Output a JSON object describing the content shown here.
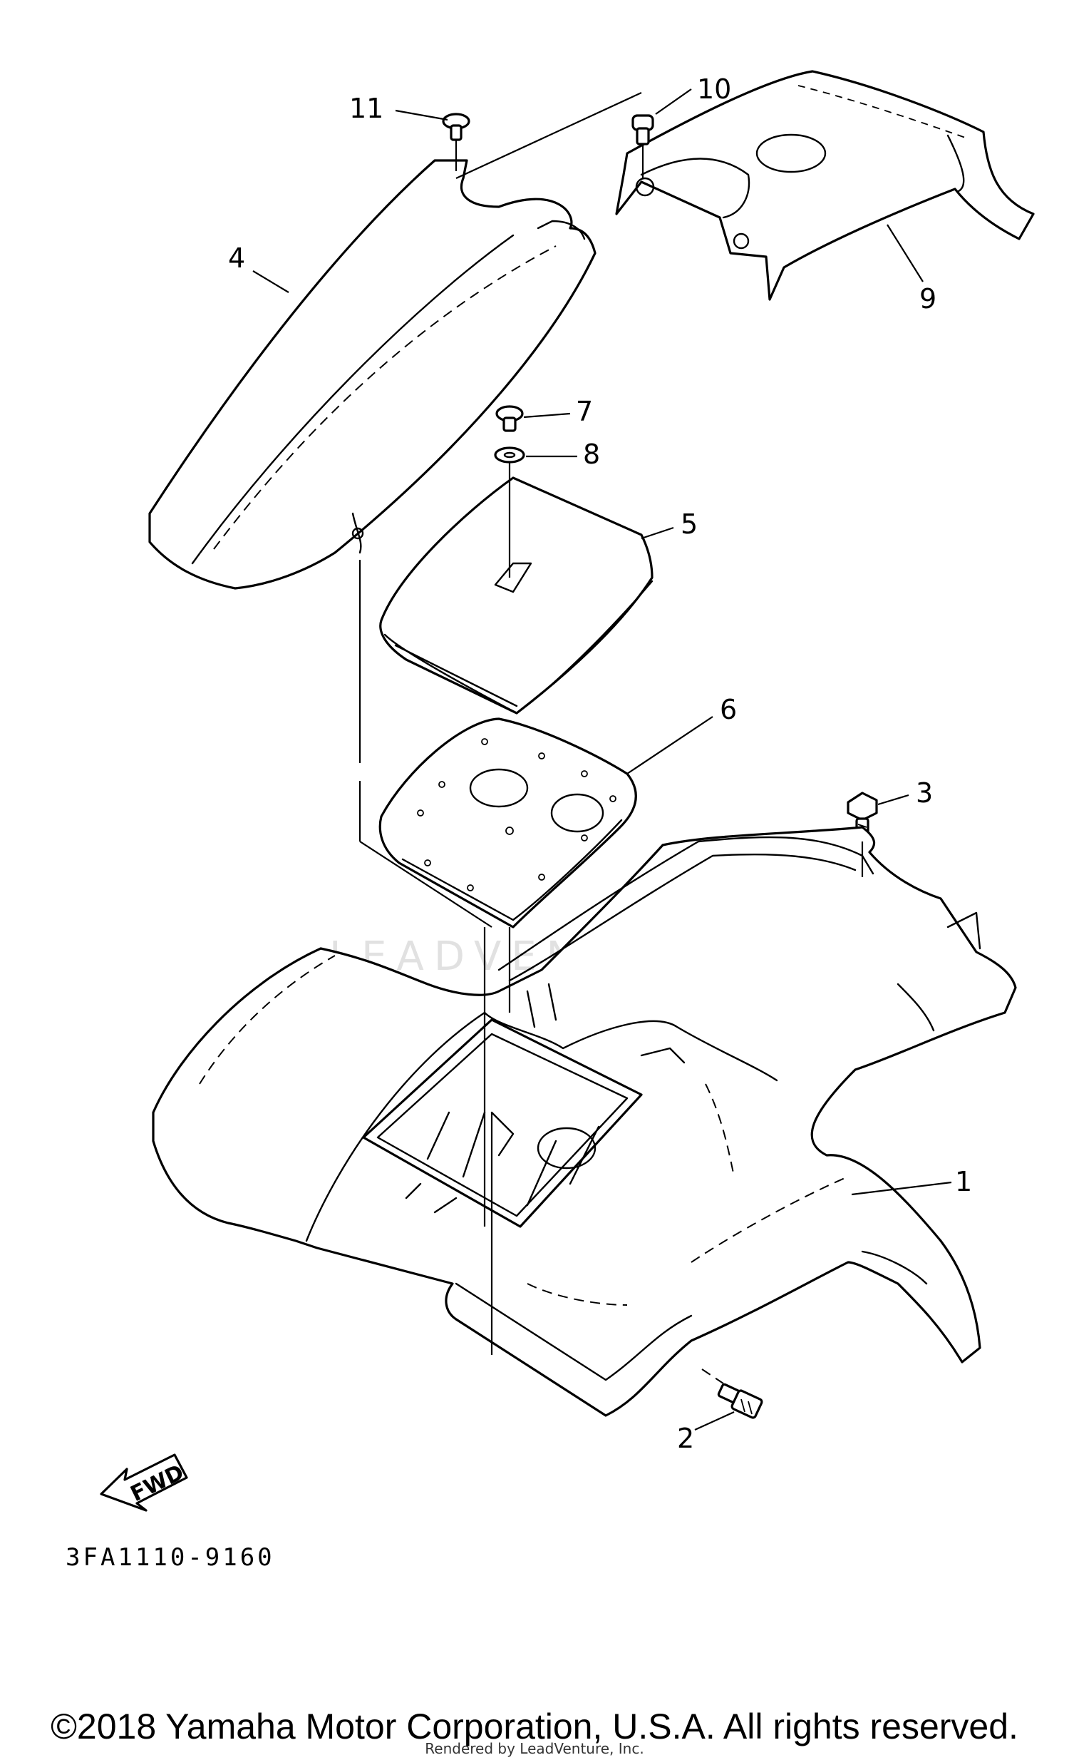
{
  "diagram": {
    "callouts": {
      "c1": "1",
      "c2": "2",
      "c3": "3",
      "c4": "4",
      "c5": "5",
      "c6": "6",
      "c7": "7",
      "c8": "8",
      "c9": "9",
      "c10": "10",
      "c11": "11"
    },
    "fwd_label": "FWD",
    "part_code": "3FA1110-9160",
    "watermark": "LEADVENTURE"
  },
  "footer": {
    "copyright": "©2018 Yamaha Motor Corporation, U.S.A. All rights reserved.",
    "credit": "Rendered by LeadVenture, Inc."
  }
}
